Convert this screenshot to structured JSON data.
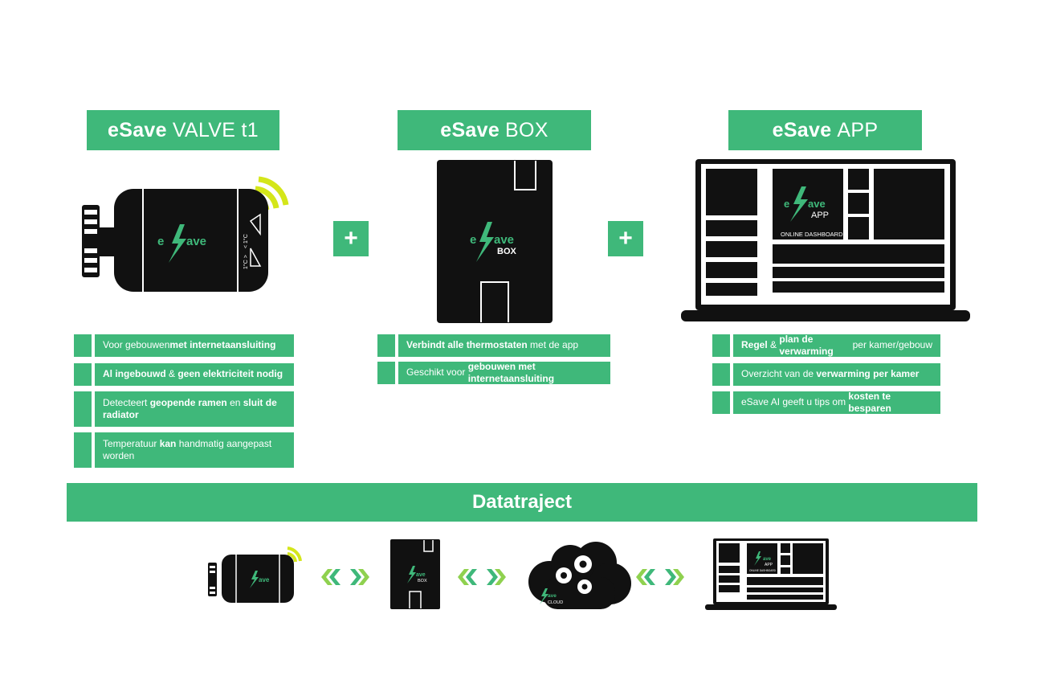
{
  "products": [
    {
      "brand": "eSave",
      "name": "VALVE t1"
    },
    {
      "brand": "eSave",
      "name": "BOX"
    },
    {
      "brand": "eSave",
      "name": "APP"
    }
  ],
  "plus_symbol": "+",
  "device_labels": {
    "valve_logo": "ave",
    "valve_scale_top": "< 1°C",
    "valve_scale_bottom": "1°C >",
    "box_logo": "ave",
    "box_sub": "BOX",
    "app_logo": "ave",
    "app_sub": "APP",
    "app_caption": "ONLINE DASHBOARD",
    "cloud_logo": "ave",
    "cloud_sub": "CLOUD"
  },
  "valve_features": [
    {
      "pre": "Voor gebouwen ",
      "bold": "met internetaansluiting",
      "post": ""
    },
    {
      "pre": "",
      "bold": "Al ingebouwd",
      "mid": " & ",
      "bold2": "geen elektriciteit nodig",
      "post": ""
    },
    {
      "pre": "Detecteert ",
      "bold": "geopende ramen",
      "mid": " en ",
      "bold2": "sluit de radiator",
      "post": ""
    },
    {
      "pre": "Temperatuur ",
      "bold": "kan",
      "post": " handmatig aangepast worden"
    }
  ],
  "box_features": [
    {
      "pre": "",
      "bold": "Verbindt alle thermostaten",
      "post": " met de app"
    },
    {
      "pre": "Geschikt voor ",
      "bold": "gebouwen met internetaansluiting",
      "post": ""
    }
  ],
  "app_features": [
    {
      "pre": "",
      "bold": "Regel",
      "mid": " & ",
      "bold2": "plan de verwarming",
      "post": " per kamer/gebouw"
    },
    {
      "pre": "Overzicht van de ",
      "bold": "verwarming per kamer",
      "post": ""
    },
    {
      "pre": "eSave AI geeft u tips om ",
      "bold": "kosten te besparen",
      "post": ""
    }
  ],
  "datatraject_title": "Datatraject",
  "colors": {
    "accent": "#3fb87a",
    "wifi": "#d4e61a",
    "arrow": "#8fd14f"
  }
}
